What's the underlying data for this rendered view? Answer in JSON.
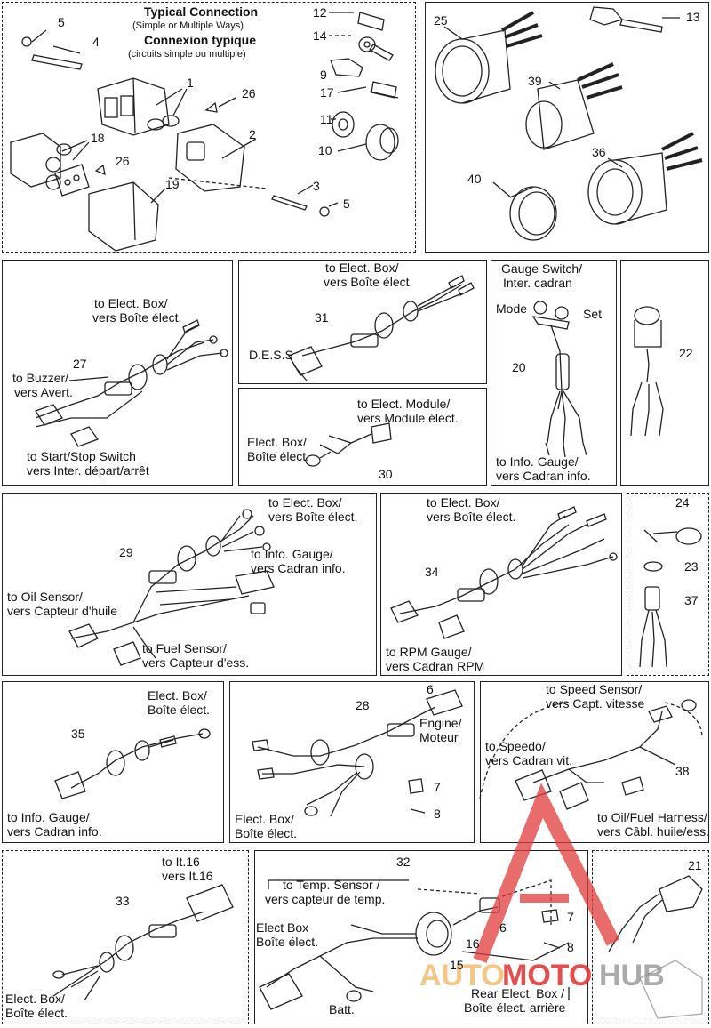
{
  "panel1": {
    "title": "Typical Connection",
    "subtitle": "(Simple or Multiple Ways)",
    "title_fr": "Connexion typique",
    "subtitle_fr": "(circuits simple ou multiple)",
    "parts": [
      "5",
      "4",
      "1",
      "26",
      "2",
      "18",
      "26",
      "19",
      "3",
      "5",
      "12",
      "14",
      "9",
      "17",
      "11",
      "10"
    ]
  },
  "panel2": {
    "parts": [
      "25",
      "13",
      "39",
      "40",
      "36"
    ]
  },
  "panel27": {
    "to_elect_box": "to Elect. Box/",
    "to_elect_box_fr": "vers Boîte élect.",
    "to_buzzer": "to Buzzer/",
    "to_buzzer_fr": "vers Avert.",
    "to_switch": "to Start/Stop Switch",
    "to_switch_fr": "vers Inter. départ/arrêt",
    "part": "27"
  },
  "panel31": {
    "to": "to Elect. Box/",
    "to_fr": "vers Boîte élect.",
    "part": "31",
    "dess": "D.E.S.S"
  },
  "panel30": {
    "to": "to Elect. Module/",
    "to_fr": "vers Module élect.",
    "box": "Elect. Box/",
    "box_fr": "Boîte élect.",
    "part": "30"
  },
  "panel20": {
    "title": "Gauge Switch/",
    "title_fr": "Inter. cadran",
    "mode": "Mode",
    "set": "Set",
    "part": "20",
    "to": "to Info. Gauge/",
    "to_fr": "vers Cadran info."
  },
  "panel22": {
    "part": "22"
  },
  "panel29": {
    "to_box": "to Elect. Box/",
    "to_box_fr": "vers Boîte élect.",
    "to_info": "to Info. Gauge/",
    "to_info_fr": "vers Cadran info.",
    "to_oil": "to Oil Sensor/",
    "to_oil_fr": "vers Capteur d'huile",
    "to_fuel": "to Fuel Sensor/",
    "to_fuel_fr": "vers Capteur d'ess.",
    "part": "29"
  },
  "panel34": {
    "to_box": "to Elect. Box/",
    "to_box_fr": "vers Boîte élect.",
    "to_rpm": "to RPM Gauge/",
    "to_rpm_fr": "vers Cadran RPM",
    "part": "34"
  },
  "panel24": {
    "parts": [
      "24",
      "23",
      "37"
    ]
  },
  "panel35": {
    "box": "Elect. Box/",
    "box_fr": "Boîte élect.",
    "to": "to Info. Gauge/",
    "to_fr": "vers Cadran info.",
    "part": "35"
  },
  "panel28": {
    "engine": "Engine/",
    "engine_fr": "Moteur",
    "box": "Elect. Box/",
    "box_fr": "Boîte élect.",
    "parts": [
      "6",
      "28",
      "7",
      "8"
    ]
  },
  "panel38": {
    "to_speed": "to Speed Sensor/",
    "to_speed_fr": "vers Capt. vitesse",
    "to_speedo": "to Speedo/",
    "to_speedo_fr": "vers Cadran vit.",
    "to_oil": "to Oil/Fuel Harness/",
    "to_oil_fr": "vers Câbl. huile/ess.",
    "part": "38"
  },
  "panel33": {
    "to": "to It.16",
    "to_fr": "vers It.16",
    "box": "Elect. Box/",
    "box_fr": "Boîte élect.",
    "part": "33"
  },
  "panel32": {
    "part": "32",
    "to_temp": "to Temp. Sensor /",
    "to_temp_fr": "vers capteur de temp.",
    "box": "Elect Box",
    "box_fr": "Boîte élect.",
    "batt": "Batt.",
    "rear": "Rear Elect. Box /",
    "rear_fr": "Boîte élect. arrière",
    "parts": [
      "6",
      "7",
      "8",
      "16",
      "15"
    ]
  },
  "panel21": {
    "part": "21"
  },
  "watermark": {
    "text_a": "AUTO",
    "text_b": "MOTO",
    "text_c": "HUB",
    "color": "#e23b3b",
    "color2": "#f2c27a"
  }
}
